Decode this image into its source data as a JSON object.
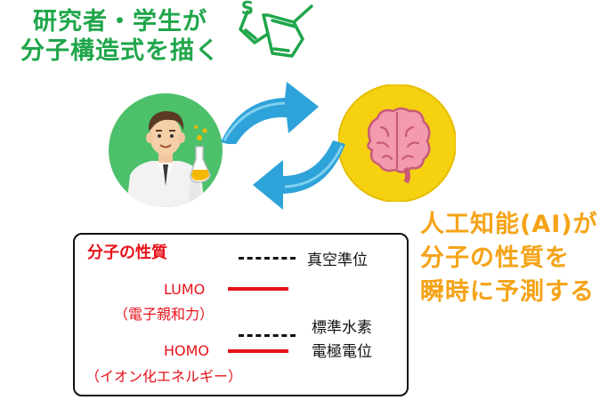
{
  "left_caption": {
    "line1": "研究者・学生が",
    "line2": "分子構造式を描く"
  },
  "right_caption": {
    "line1": "人工知能(AI)が",
    "line2": "分子の性質を",
    "line3": "瞬時に予測する"
  },
  "molecule": {
    "atom_label": "S"
  },
  "properties_box": {
    "title": "分子の性質",
    "vacuum_level": "真空準位",
    "lumo_label": "LUMO",
    "lumo_note": "（電子親和力）",
    "homo_label": "HOMO",
    "homo_note": "（イオン化エネルギー）",
    "she_line1": "標準水素",
    "she_line2": "電極電位"
  },
  "colors": {
    "green": "#1fa64a",
    "orange": "#f5a317",
    "red": "#e8121b",
    "arrow_blue": "#2ea3d9"
  }
}
